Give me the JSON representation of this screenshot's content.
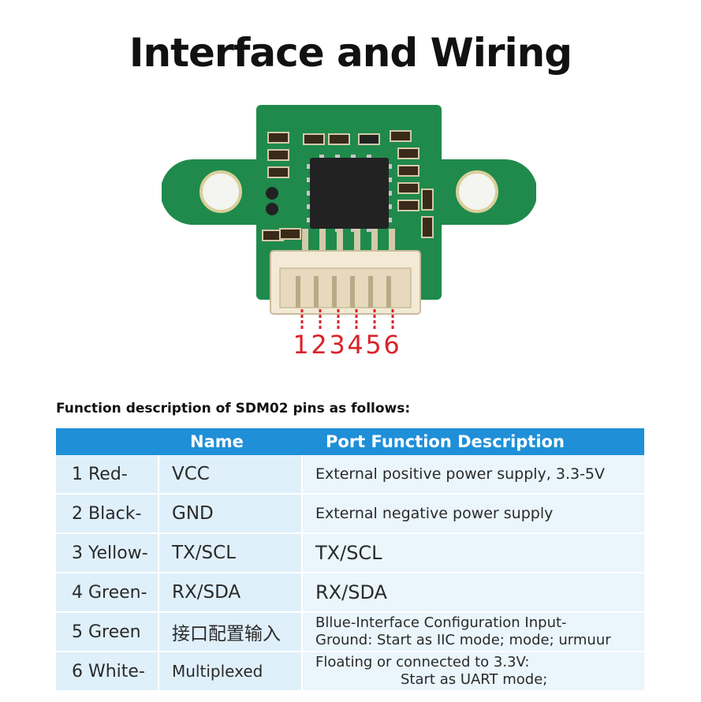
{
  "title": "Interface and Wiring",
  "pin_numbers": [
    "1",
    "2",
    "3",
    "4",
    "5",
    "6"
  ],
  "section_heading": "Function description of SDM02 pins as follows:",
  "table": {
    "headers": [
      "",
      "Name",
      "Port Function Description"
    ],
    "rows": [
      {
        "pin": "1 Red-",
        "name": "VCC",
        "desc": "External positive power supply, 3.3-5V",
        "desc2": ""
      },
      {
        "pin": "2 Black-",
        "name": "GND",
        "desc": "External negative power supply",
        "desc2": ""
      },
      {
        "pin": "3 Yellow-",
        "name": "TX/SCL",
        "desc": "TX/SCL",
        "desc2": ""
      },
      {
        "pin": "4 Green-",
        "name": "RX/SDA",
        "desc": "RX/SDA",
        "desc2": ""
      },
      {
        "pin": "5 Green",
        "name": "接口配置输入",
        "desc": "Bllue-Interface Configuration Input-",
        "desc2": "Ground: Start as IIC mode; mode; urmuur"
      },
      {
        "pin": "6 White-",
        "name": "Multiplexed",
        "desc": "Floating or connected to 3.3V:",
        "desc2": "Start as UART mode;"
      }
    ]
  },
  "colors": {
    "header_blue": "#1f8fd8",
    "row_light": "#dff0fb",
    "pcb_green": "#1f8a4c",
    "pin_red": "#d8232a"
  }
}
